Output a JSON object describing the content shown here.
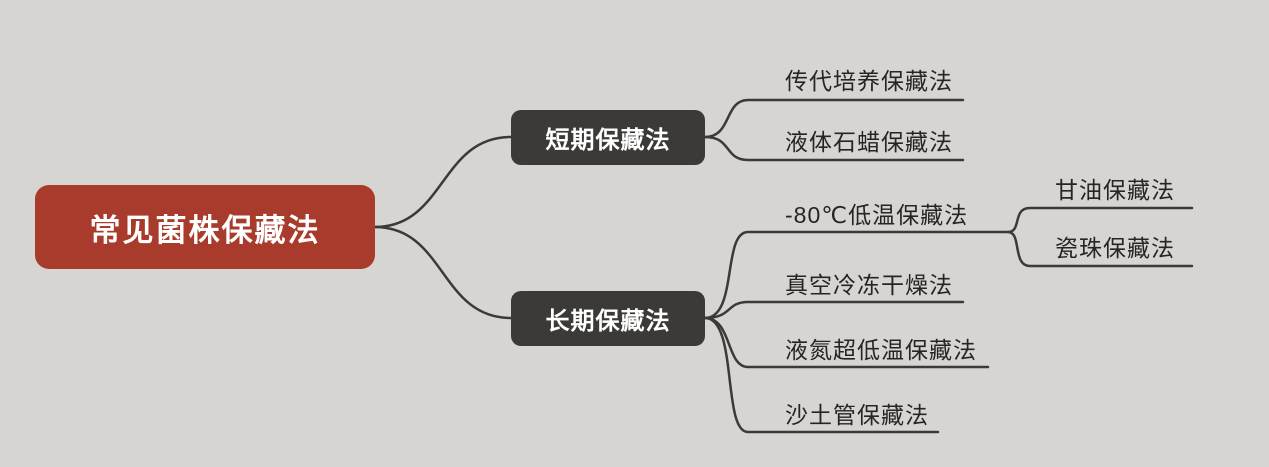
{
  "palette": {
    "background": "#d7d5d2",
    "root_bg": "#a83b2b",
    "branch_bg": "#3b3a37",
    "line_color": "#3b3a37",
    "leaf_text": "#262522"
  },
  "root": {
    "label": "常见菌株保藏法"
  },
  "branches": [
    {
      "label": "短期保藏法",
      "children": [
        {
          "label": "传代培养保藏法"
        },
        {
          "label": "液体石蜡保藏法"
        }
      ]
    },
    {
      "label": "长期保藏法",
      "children": [
        {
          "label": "-80℃低温保藏法",
          "children": [
            {
              "label": "甘油保藏法"
            },
            {
              "label": "瓷珠保藏法"
            }
          ]
        },
        {
          "label": "真空冷冻干燥法"
        },
        {
          "label": "液氮超低温保藏法"
        },
        {
          "label": "沙土管保藏法"
        }
      ]
    }
  ]
}
